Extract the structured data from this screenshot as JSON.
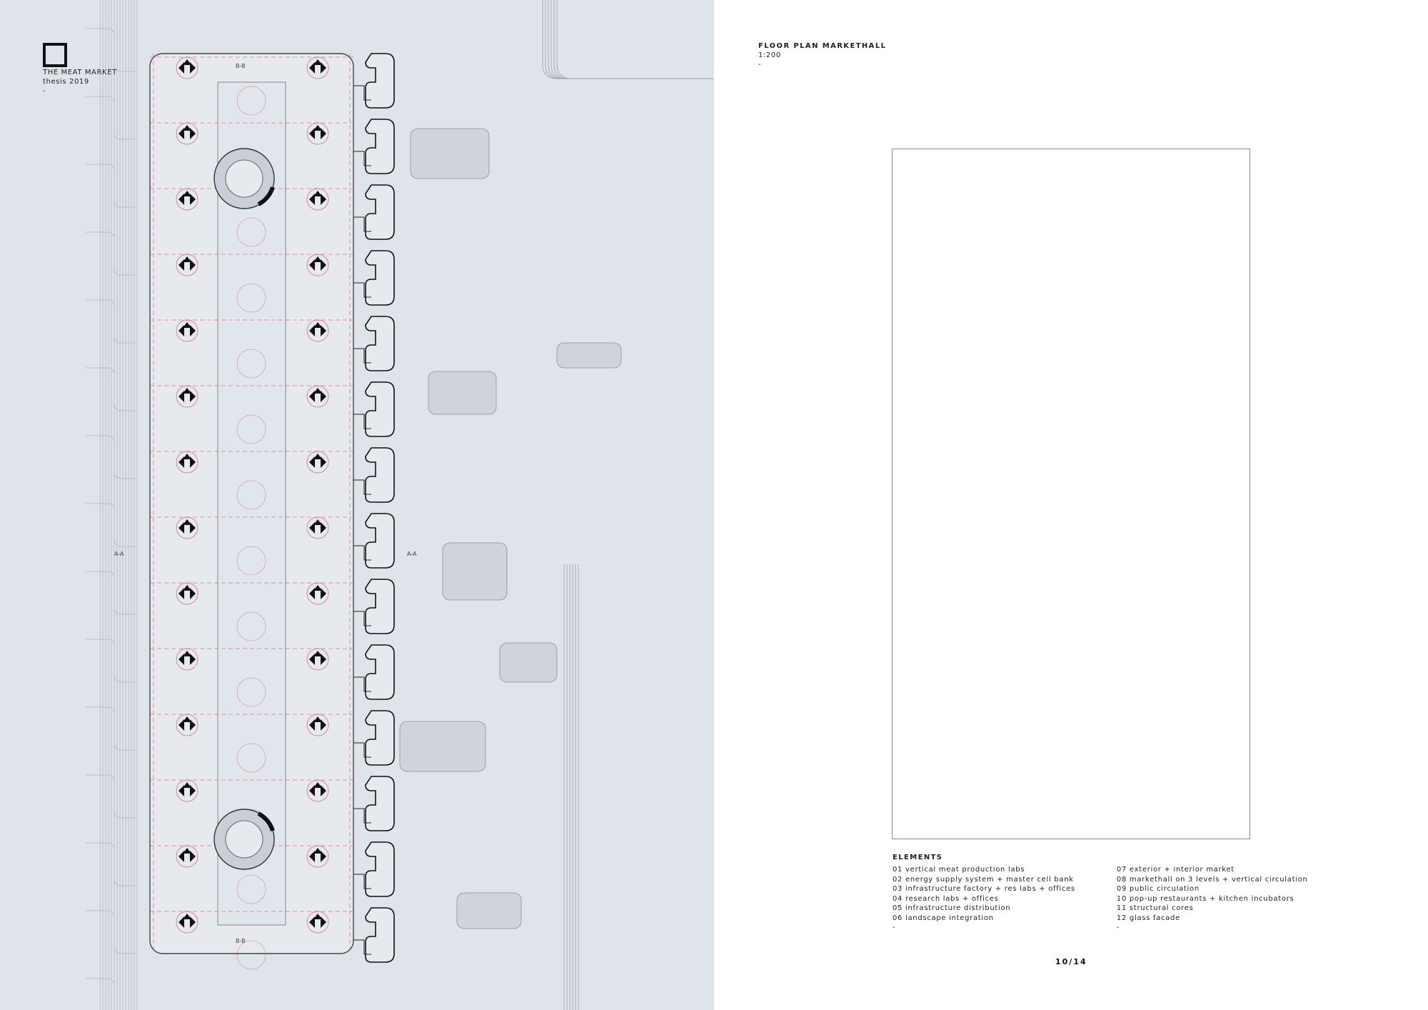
{
  "project": {
    "title": "THE MEAT MARKET",
    "subtitle": "thesis 2019",
    "dash": "-"
  },
  "sheet": {
    "title": "FLOOR PLAN MARKETHALL",
    "scale": "1:200",
    "dash": "-",
    "page": "10/14"
  },
  "plan_labels": {
    "section_a_left": "A-A",
    "section_a_right": "A-A",
    "section_b_top": "B-B",
    "section_b_bottom": "B-B"
  },
  "elements": {
    "heading": "ELEMENTS",
    "left": [
      "01 vertical meat production labs",
      "02 energy supply system + master cell bank",
      "03 infrastructure factory + res labs + offices",
      "04 research labs + offices",
      "05 infrastructure distribution",
      "06 landscape integration",
      "-"
    ],
    "right": [
      "07 exterior + interior market",
      "08 markethall on 3 levels + vertical circulation",
      "09 public circulation",
      "10 pop-up restaurants + kitchen incubators",
      "11 structural cores",
      "12 glass facade",
      "-"
    ]
  },
  "colors": {
    "plan_bg": "#dfe3ea",
    "accent_red": "#d8444f",
    "dark_meat": "#6b3a44",
    "steel_blue": "#8fa9bd",
    "line": "#555"
  }
}
